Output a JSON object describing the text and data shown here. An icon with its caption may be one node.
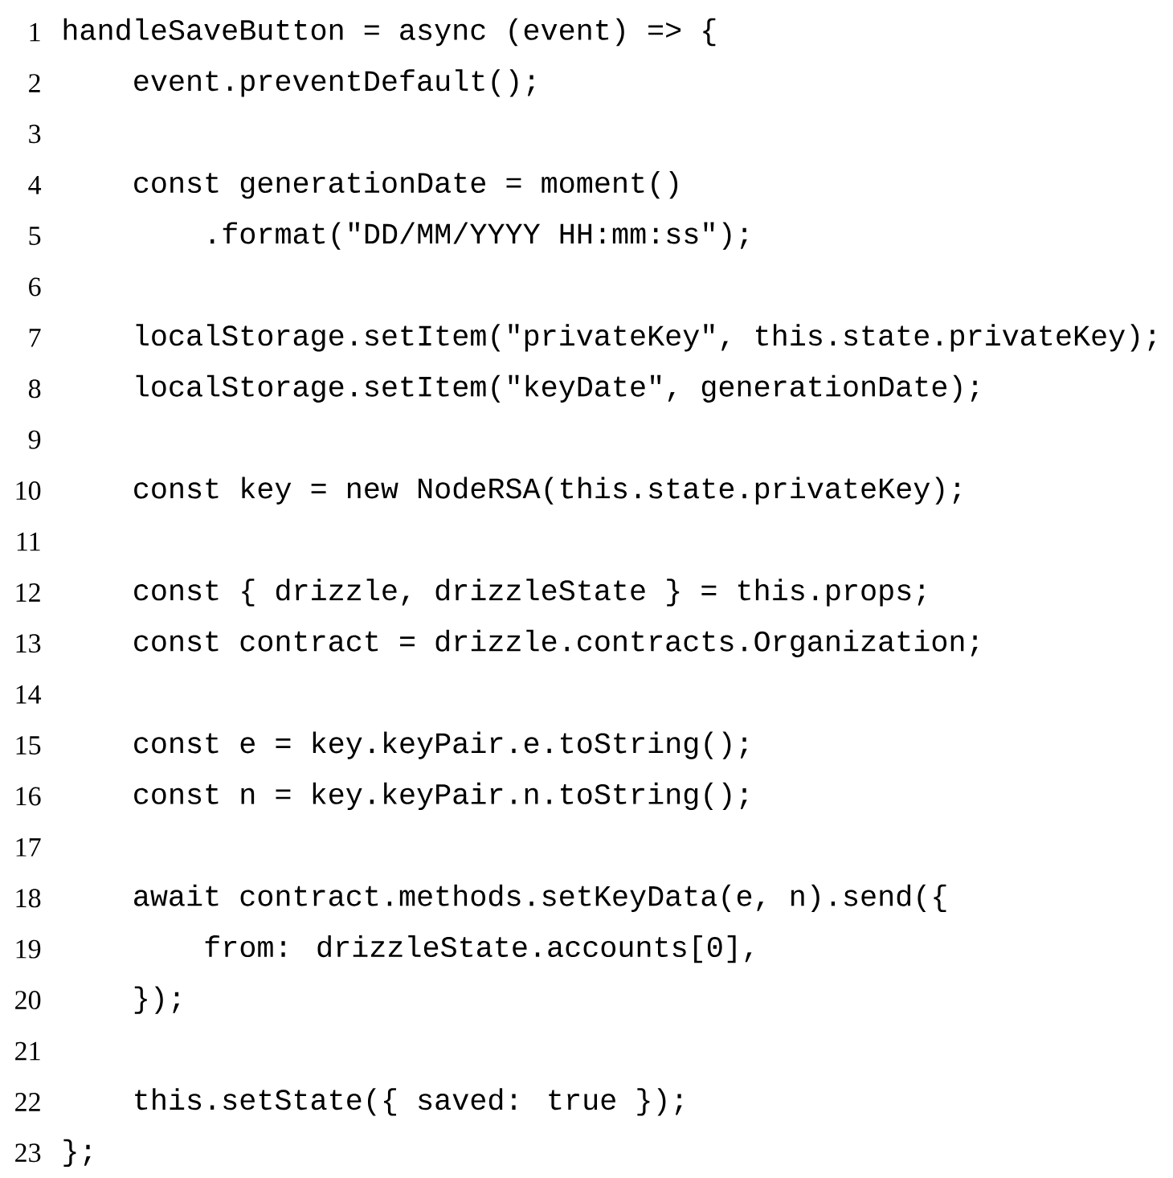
{
  "diagram": {
    "labels": [
      "1",
      "handleSaveButton = async (event) => {",
      "2",
      "event.preventDefault();",
      "3",
      "4",
      "const generationDate = moment()",
      "5",
      ".format(\"DD/MM/YYYY HH:mm:ss\");",
      "6",
      "7",
      "localStorage.setItem(\"privateKey\", this.state.privateKey);",
      "8",
      "localStorage.setItem(\"keyDate\", generationDate);",
      "9",
      "10",
      "const key = new NodeRSA(this.state.privateKey);",
      "11",
      "12",
      "const { drizzle, drizzleState } = this.props;",
      "13",
      "const contract = drizzle.contracts.Organization;",
      "14",
      "15",
      "const e = key.keyPair.e.toString();",
      "16",
      "const n = key.keyPair.n.toString();",
      "17",
      "18",
      "await contract.methods.setKeyData(e, n).send({",
      "19",
      "from: drizzleState.accounts[0],",
      "20",
      "});",
      "21",
      "22",
      "this.setState({ saved: true });",
      "23",
      "};"
    ]
  }
}
